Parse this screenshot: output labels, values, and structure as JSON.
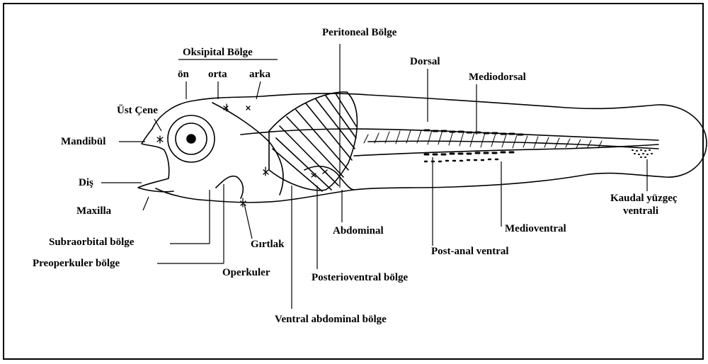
{
  "labels": {
    "peritoneal": "Peritoneal Bölge",
    "oksipital": "Oksipital Bölge",
    "on": "ön",
    "orta": "orta",
    "arka": "arka",
    "dorsal": "Dorsal",
    "mediodorsal": "Mediodorsal",
    "ust_cene": "Üst Çene",
    "mandibul": "Mandibül",
    "dis": "Diş",
    "maxilla": "Maxilla",
    "kaudal_1": "Kaudal yüzgeç",
    "kaudal_2": "ventrali",
    "abdominal": "Abdominal",
    "medioventral": "Medioventral",
    "subraorbital": "Subraorbital bölge",
    "girtlak": "Gırtlak",
    "postanal": "Post-anal ventral",
    "preoperkuler": "Preoperkuler bölge",
    "operkuler": "Operkuler",
    "posterioventral": "Posterioventral bölge",
    "ventral_abdominal": "Ventral abdominal bölge"
  },
  "colors": {
    "line": "#000000",
    "background": "#ffffff"
  }
}
